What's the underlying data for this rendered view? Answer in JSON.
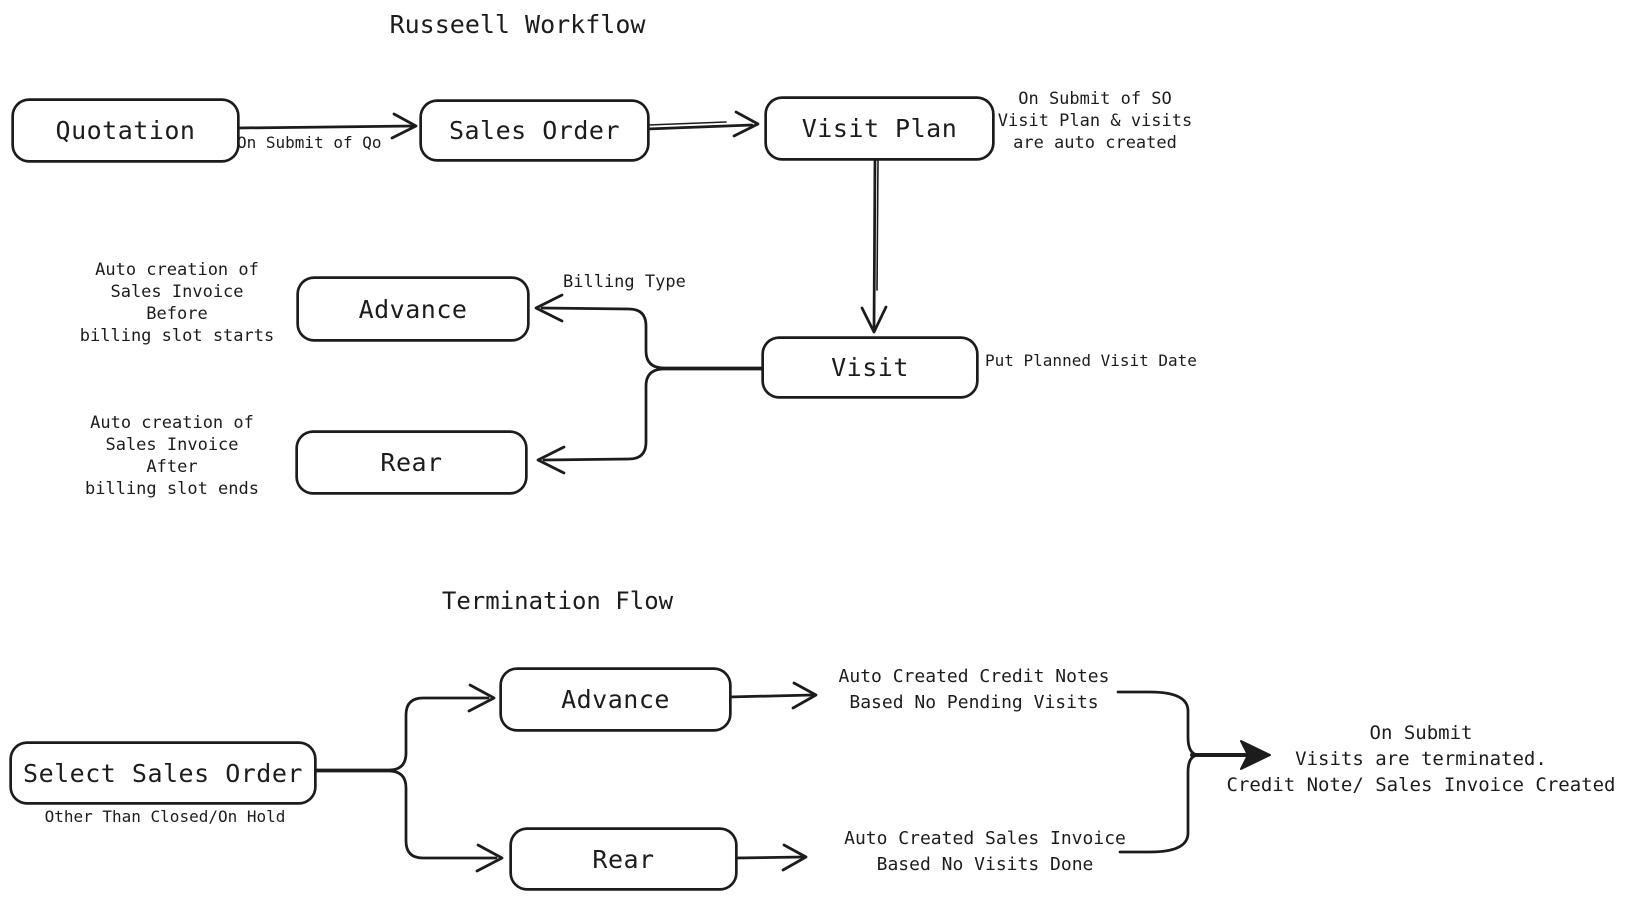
{
  "colors": {
    "ink": "#1c1c1c",
    "background": "#ffffff"
  },
  "workflow": {
    "title": "Russeell Workflow",
    "nodes": {
      "quotation": "Quotation",
      "sales_order": "Sales Order",
      "visit_plan": "Visit Plan",
      "visit": "Visit",
      "advance": "Advance",
      "rear": "Rear"
    },
    "annotations": {
      "on_submit_qo": "On Submit of Qo",
      "visit_plan_note": [
        "On Submit of SO",
        "Visit Plan & visits",
        "are auto created"
      ],
      "put_planned_visit_date": "Put Planned Visit Date",
      "billing_type": "Billing Type",
      "advance_note": [
        "Auto creation of",
        "Sales Invoice",
        "Before",
        "billing slot starts"
      ],
      "rear_note": [
        "Auto creation of",
        "Sales Invoice",
        "After",
        "billing slot ends"
      ]
    }
  },
  "termination": {
    "title": "Termination Flow",
    "nodes": {
      "select_sales_order": "Select Sales Order",
      "advance": "Advance",
      "rear": "Rear"
    },
    "annotations": {
      "other_than": "Other Than Closed/On Hold",
      "advance_note": [
        "Auto Created Credit Notes",
        "Based No Pending Visits"
      ],
      "rear_note": [
        "Auto Created Sales Invoice",
        "Based No Visits Done"
      ],
      "final_note": [
        "On Submit",
        "Visits are terminated.",
        "Credit Note/ Sales Invoice Created"
      ]
    }
  }
}
